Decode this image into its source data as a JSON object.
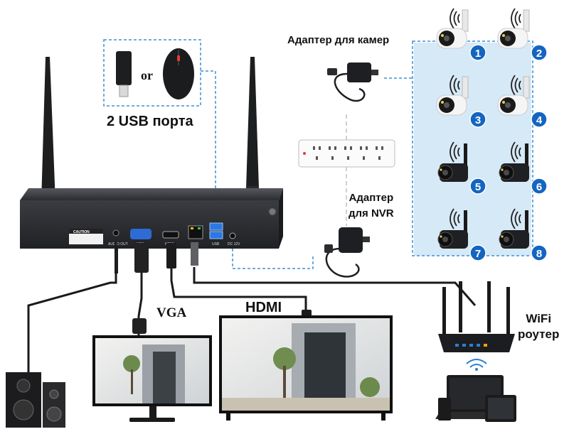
{
  "labels": {
    "usb_ports": "2 USB порта",
    "or": "or",
    "camera_adapter": "Адаптер для камер",
    "nvr_adapter_line1": "Адаптер",
    "nvr_adapter_line2": "для NVR",
    "vga": "VGA",
    "hdmi": "HDMI",
    "router_line1": "WiFi",
    "router_line2": "роутер",
    "caution": "CAUTION",
    "audio_out": "AUDIO OUT",
    "vga_port": "VGA",
    "hdmi_port": "HDMI",
    "wan_port": "WAN",
    "usb_port": "USB",
    "dc_port": "DC 12V"
  },
  "cameras": [
    "1",
    "2",
    "3",
    "4",
    "5",
    "6",
    "7",
    "8"
  ],
  "colors": {
    "camera_badge": "#1565c0",
    "dashed_line": "#3d8fd6",
    "panel_fill": "#d6e9f7",
    "nvr_body": "#2b2d31",
    "router_led": "#2a7fd4"
  }
}
